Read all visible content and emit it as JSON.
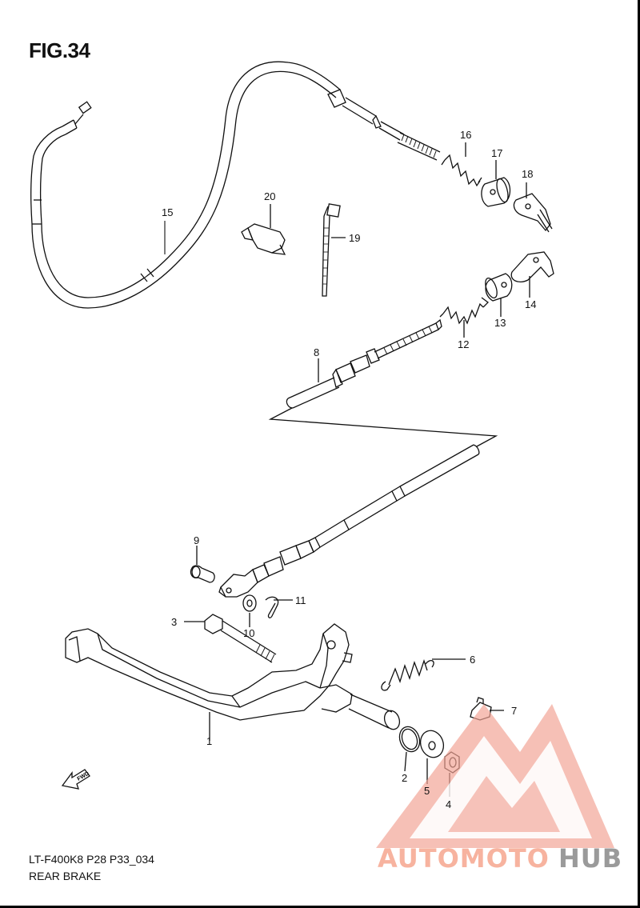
{
  "figure": {
    "title": "FIG.34",
    "code": "LT-F400K8 P28 P33_034",
    "name": "REAR BRAKE"
  },
  "fwd_label": "FWD",
  "watermark": {
    "part1": "AUTOMOTO",
    "part2": "HUB",
    "color_primary": "#f2937f",
    "color_secondary": "#b0b0b0"
  },
  "parts": [
    {
      "ref": "1"
    },
    {
      "ref": "2"
    },
    {
      "ref": "3"
    },
    {
      "ref": "4"
    },
    {
      "ref": "5"
    },
    {
      "ref": "6"
    },
    {
      "ref": "7"
    },
    {
      "ref": "8"
    },
    {
      "ref": "9"
    },
    {
      "ref": "10"
    },
    {
      "ref": "11"
    },
    {
      "ref": "12"
    },
    {
      "ref": "13"
    },
    {
      "ref": "14"
    },
    {
      "ref": "15"
    },
    {
      "ref": "16"
    },
    {
      "ref": "17"
    },
    {
      "ref": "18"
    },
    {
      "ref": "19"
    },
    {
      "ref": "20"
    }
  ]
}
